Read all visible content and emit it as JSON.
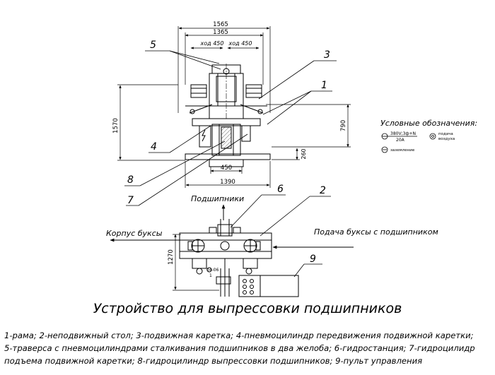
{
  "dimensions": {
    "overall_width": "1565",
    "inner_width": "1365",
    "stroke_left": "ход 450",
    "stroke_right": "ход 450",
    "height_total": "1570",
    "height_table": "790",
    "height_base": "260",
    "base_inner": "450",
    "base_width": "1390",
    "plan_depth": "1270"
  },
  "callouts": [
    "5",
    "3",
    "1",
    "4",
    "8",
    "7",
    "6",
    "2",
    "9"
  ],
  "legend": {
    "title": "Условные обозначения:",
    "power_line1": "380V;3ф+N",
    "power_line2": "20А",
    "air_label_line1": "подача",
    "air_label_line2": "воздуха",
    "ground_label": "заземление",
    "detail_label_line1": "04-06",
    "detail_label_line2": "1"
  },
  "flow": {
    "bearings": "Подшипники",
    "axlebox_body": "Корпус буксы",
    "feed": "Подача буксы с подшипником"
  },
  "title": "Устройство для выпрессовки подшипников",
  "caption": [
    "1-рама; 2-неподвижный стол; 3-подвижная каретка; 4-пневмоцилиндр передвижения подвижной каретки;",
    "5-траверса с пневмоцилиндрами сталкивания подшипников в два желоба; 6-гидростанция; 7-гидроцилидр",
    "подъема подвижной каретки; 8-гидроцилиндр выпрессовки подшипников; 9-пульт управления"
  ]
}
